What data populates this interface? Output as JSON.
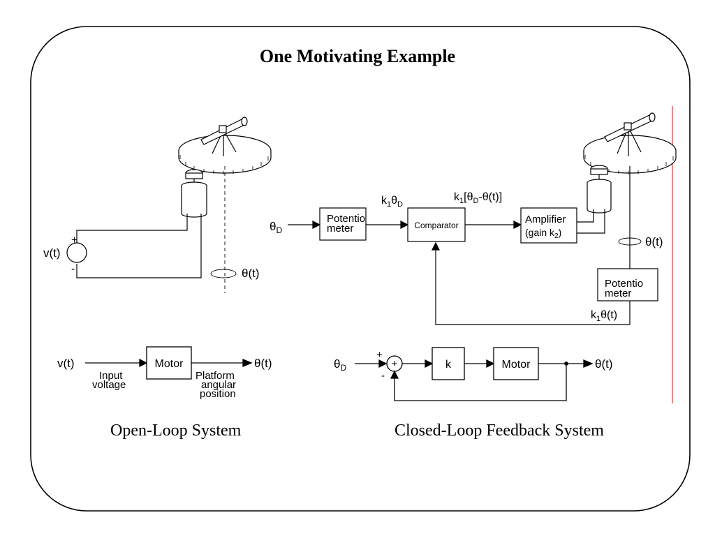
{
  "slide": {
    "title": "One Motivating Example",
    "caption_open": "Open-Loop System",
    "caption_closed": "Closed-Loop Feedback System"
  },
  "open_loop_sketch": {
    "source_label": "v(t)",
    "plus": "+",
    "minus": "-",
    "theta_label": "θ(t)"
  },
  "open_loop_block": {
    "input": "v(t)",
    "input_desc_1": "Input",
    "input_desc_2": "voltage",
    "block": "Motor",
    "output": "θ(t)",
    "output_desc_1": "Platform",
    "output_desc_2": "angular",
    "output_desc_3": "position"
  },
  "closed_loop_sketch": {
    "theta_d": "θD",
    "pot1_line1": "Potentio",
    "pot1_line2": "meter",
    "k1_theta_d": "k1θD",
    "comparator": "Comparator",
    "error_label": "k1[θD-θ(t)]",
    "amp_line1": "Amplifier",
    "amp_line2": "(gain k2)",
    "theta_label": "θ(t)",
    "pot2_line1": "Potentio",
    "pot2_line2": "meter",
    "k1_theta": "k1θ(t)"
  },
  "closed_loop_block": {
    "input": "θD",
    "plus": "+",
    "minus": "-",
    "sum": "+",
    "gain": "k",
    "block": "Motor",
    "output": "θ(t)"
  },
  "colors": {
    "frame": "#000000",
    "accent_line": "#e06666"
  }
}
